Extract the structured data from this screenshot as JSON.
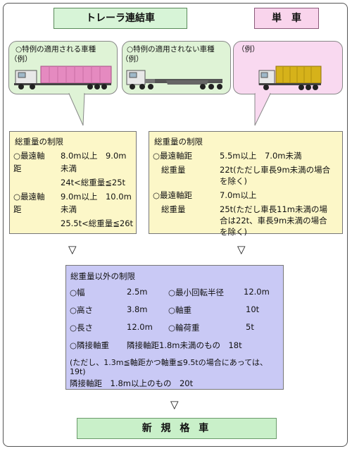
{
  "headers": {
    "trailer": "トレーラ連結車",
    "single": "単　車"
  },
  "examples": {
    "applied_line1": "○特例の適用される車種",
    "applied_line2": "（例）",
    "not_applied_line1": "○特例の適用されない車種",
    "not_applied_line2": "（例）",
    "single_example": "（例）"
  },
  "left_panel": {
    "title": "総重量の制限",
    "r1_label_a": "○最遠軸",
    "r1_label_b": "距",
    "r1_val_a": "8.0m以上　9.0m",
    "r1_val_b": "未満",
    "r1_weight": "24t<総重量≦25t",
    "r2_label_a": "○最遠軸",
    "r2_label_b": "距",
    "r2_val_a": "9.0m以上　10.0m",
    "r2_val_b": "未満",
    "r2_weight": "25.5t<総重量≦26t"
  },
  "right_panel": {
    "title": "総重量の制限",
    "r1_label": "○最遠軸距",
    "r1_val": "5.5m以上　7.0m未満",
    "r1_w_label": "総重量",
    "r1_w_val_a": "22t(ただし車長9m未満の場合",
    "r1_w_val_b": "を除く)",
    "r2_label": "○最遠軸距",
    "r2_val": "7.0m以上",
    "r2_w_label": "総重量",
    "r2_w_val_a": "25t(ただし車長11m未満の場",
    "r2_w_val_b": "合は22t、車長9m未満の場合",
    "r2_w_val_c": "を除く)"
  },
  "arrows": {
    "symbol": "▽"
  },
  "bottom_panel": {
    "title": "総重量以外の制限",
    "width_label": "○幅",
    "width_val": "2.5m",
    "radius_label": "○最小回転半径",
    "radius_val": "12.0m",
    "height_label": "○高さ",
    "height_val": "3.8m",
    "axle_label": "○軸重",
    "axle_val": "10t",
    "length_label": "○長さ",
    "length_val": "12.0m",
    "wheel_label": "○輪荷重",
    "wheel_val": "5t",
    "adj_label": "○隣接軸重",
    "adj_val": "隣接軸距1.8m未満のもの　18t",
    "note_a": "(ただし、1.3m≦軸距かつ軸重≦9.5tの場合にあっては、",
    "note_b": "19t)",
    "adj2": "隣接軸距　1.8m以上のもの　20t"
  },
  "final": {
    "label": "新 規 格 車"
  },
  "colors": {
    "green_box": "#d7f4d7",
    "pink_box": "#f9d4ec",
    "yellow_panel": "#fcf7c8",
    "purple_panel": "#c9c9f5",
    "trailer_cargo": "#e58ac0",
    "single_cargo": "#d6b21a"
  }
}
